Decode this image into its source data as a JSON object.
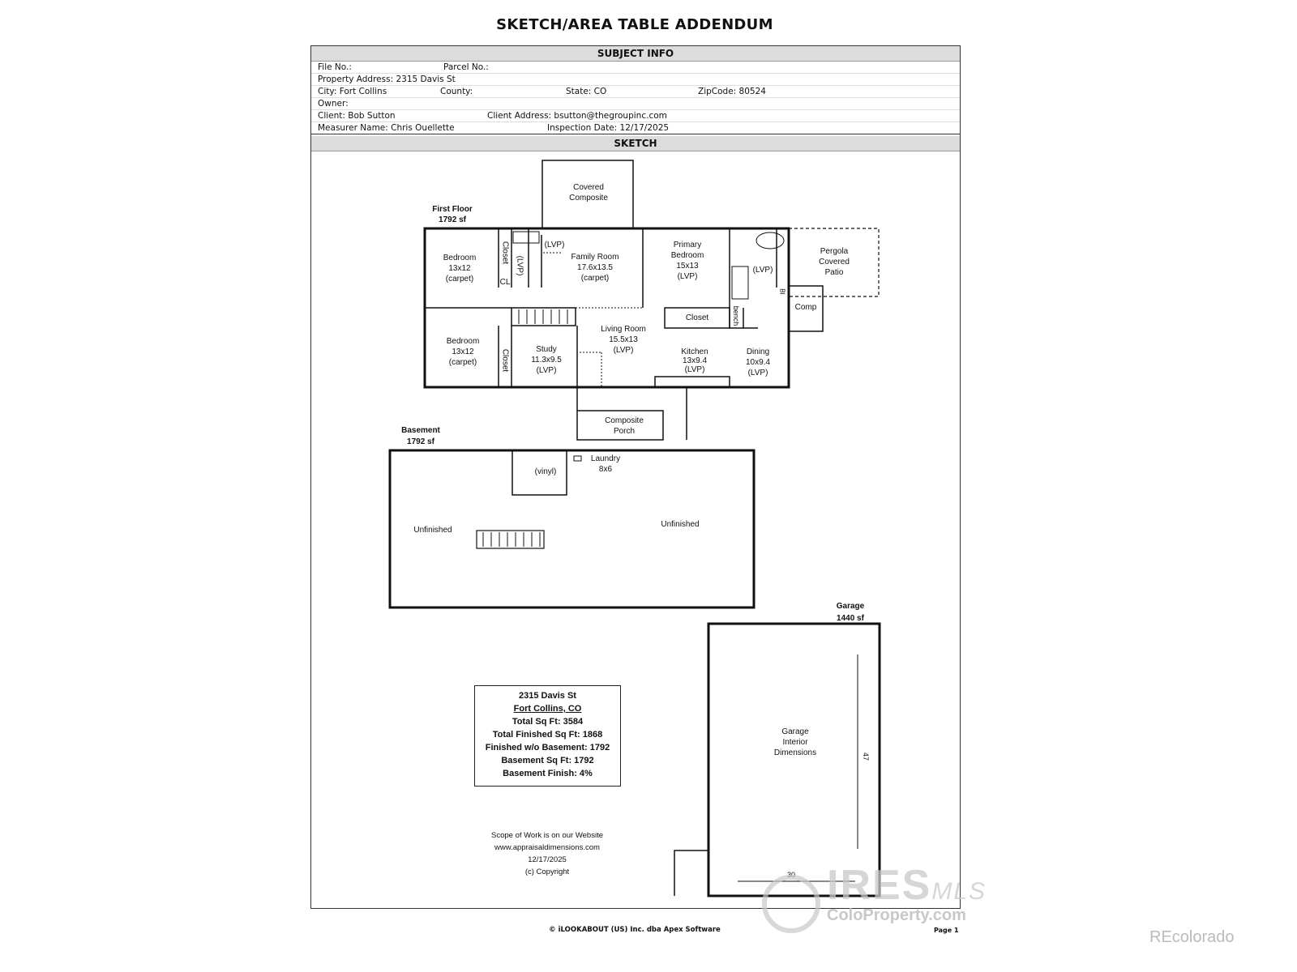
{
  "title": "SKETCH/AREA TABLE ADDENDUM",
  "subject_info": {
    "header": "SUBJECT INFO",
    "file_no": "File No.:",
    "parcel_no": "Parcel No.:",
    "property_address": "Property Address: 2315 Davis St",
    "city": "City: Fort Collins",
    "county": "County:",
    "state": "State: CO",
    "zip": "ZipCode: 80524",
    "owner": "Owner:",
    "client": "Client: Bob Sutton",
    "client_address": "Client Address: bsutton@thegroupinc.com",
    "measurer": "Measurer Name: Chris Ouellette",
    "inspection_date": "Inspection Date: 12/17/2025"
  },
  "sketch": {
    "header": "SKETCH",
    "first_floor": {
      "name": "First Floor",
      "area": "1792 sf"
    },
    "basement": {
      "name": "Basement",
      "area": "1792 sf"
    },
    "garage": {
      "name": "Garage",
      "area": "1440 sf"
    },
    "rooms": {
      "covered": [
        "Covered",
        "Composite"
      ],
      "bedroom1": [
        "Bedroom",
        "13x12",
        "(carpet)"
      ],
      "family": [
        "Family Room",
        "17.6x13.5",
        "(carpet)"
      ],
      "primary": [
        "Primary",
        "Bedroom",
        "15x13",
        "(LVP)"
      ],
      "pergola": [
        "Pergola",
        "Covered",
        "Patio"
      ],
      "comp": "Comp",
      "bedroom2": [
        "Bedroom",
        "13x12",
        "(carpet)"
      ],
      "study": [
        "Study",
        "11.3x9.5",
        "(LVP)"
      ],
      "living": [
        "Living Room",
        "15.5x13",
        "(LVP)"
      ],
      "kitchen": [
        "Kitchen",
        "13x9.4",
        "(LVP)"
      ],
      "dining": [
        "Dining",
        "10x9.4",
        "(LVP)"
      ],
      "closet": "Closet",
      "cl": "CL",
      "lvp": "(LVP)",
      "bench": "bench",
      "bi": "BI",
      "porch": [
        "Composite",
        "Porch"
      ],
      "vinyl": "(vinyl)",
      "laundry": [
        "Laundry",
        "8x6"
      ],
      "unfinished": "Unfinished",
      "garage_interior": [
        "Garage",
        "Interior",
        "Dimensions"
      ],
      "dim_47": "47",
      "dim_30": "30"
    }
  },
  "summary": {
    "address": "2315 Davis St",
    "city": "Fort Collins, CO",
    "total": "Total Sq Ft: 3584",
    "finished": "Total Finished Sq Ft: 1868",
    "finished_wo_basement": "Finished w/o Basement: 1792",
    "basement": "Basement Sq Ft: 1792",
    "basement_finish": "Basement Finish: 4%"
  },
  "notes": [
    "Scope of Work is on our Website",
    "www.appraisaldimensions.com",
    "12/17/2025",
    "(c) Copyright"
  ],
  "footer": "© iLOOKABOUT (US) Inc. dba Apex Software",
  "page": "Page 1",
  "watermark": {
    "ires": "IRES",
    "mls": "MLS",
    "coloproperty": "ColoProperty.com",
    "recolorado": "REcolorado"
  }
}
